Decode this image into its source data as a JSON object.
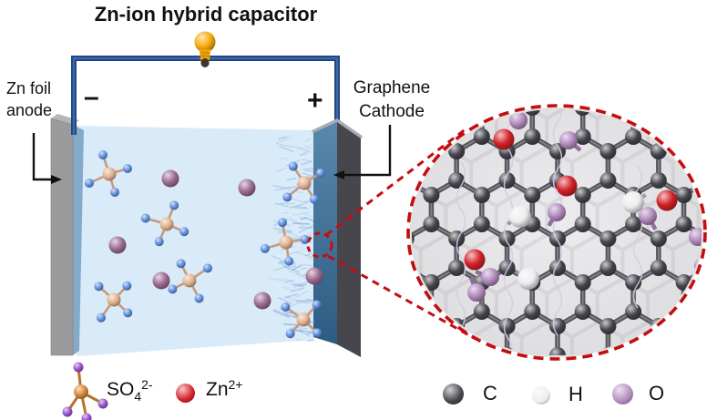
{
  "title": "Zn-ion hybrid capacitor",
  "anode": {
    "line1": "Zn foil",
    "line2": "anode"
  },
  "cathode": {
    "line1": "Graphene",
    "line2": "Cathode"
  },
  "terminals": {
    "negative": "–",
    "positive": "+"
  },
  "legend": {
    "sulfate": {
      "base": "SO",
      "sub": "4",
      "sup": "2-"
    },
    "zinc": {
      "base": "Zn",
      "sup": "2+"
    },
    "atoms": [
      {
        "symbol": "C"
      },
      {
        "symbol": "H"
      },
      {
        "symbol": "O"
      }
    ]
  },
  "colors": {
    "accent_red": "#c40d10",
    "wire_blue": "#3a67ad",
    "wire_dark": "#1f4279",
    "bulb_yellow": "#f7ac0e",
    "electrolyte_blue": "#d9eaf8",
    "anode_gray": "#9b9b9d",
    "anode_inner_blue": "#85aac8",
    "cathode_dark": "#46464c",
    "cathode_face_teal": "#41749c",
    "dendrite_blue": "#8fb6dd",
    "carbon": "#45454d",
    "hydrogen": "#ededef",
    "oxygen": "#b289bd",
    "zinc_ion_red": "#d32027",
    "zinc_ion_solution": "#9d6b94",
    "sulfur_solution": "#e3b190",
    "sulfate_oxygen_blue": "#5f8fdf",
    "sulfur_legend_orange": "#d9893c",
    "sulfate_oxygen_legend_purple": "#9a53cf",
    "inset_bg": "#d9d9dc",
    "graphene_bond": "#54545b",
    "text": "#111111"
  }
}
